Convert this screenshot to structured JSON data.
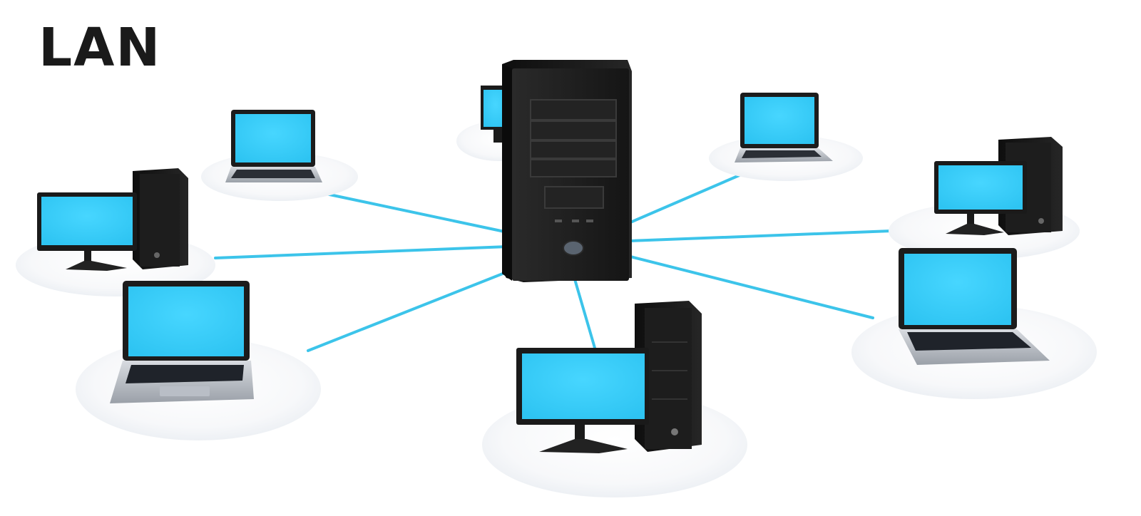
{
  "diagram": {
    "title": "LAN",
    "topology": "star",
    "colors": {
      "background": "#ffffff",
      "link": "#3cc4ea",
      "screen": "#35cdf8",
      "device_body": "#1e1e1e",
      "platform": "#f4f6f8"
    },
    "hub": {
      "kind": "server",
      "icon": "server-tower-icon"
    },
    "nodes": [
      {
        "id": "node-hidden-top",
        "kind": "desktop",
        "icon": "desktop-computer-icon"
      },
      {
        "id": "node-top-left-laptop",
        "kind": "laptop",
        "icon": "laptop-icon"
      },
      {
        "id": "node-left-desktop",
        "kind": "desktop",
        "icon": "desktop-computer-icon"
      },
      {
        "id": "node-bottom-left-laptop",
        "kind": "laptop",
        "icon": "laptop-icon"
      },
      {
        "id": "node-bottom-desktop",
        "kind": "desktop",
        "icon": "desktop-computer-icon"
      },
      {
        "id": "node-top-right-laptop",
        "kind": "laptop",
        "icon": "laptop-icon"
      },
      {
        "id": "node-right-desktop",
        "kind": "desktop",
        "icon": "desktop-computer-icon"
      },
      {
        "id": "node-bottom-right-laptop",
        "kind": "laptop",
        "icon": "laptop-icon"
      }
    ],
    "links": [
      {
        "from": "hub",
        "to": "node-top-left-laptop"
      },
      {
        "from": "hub",
        "to": "node-left-desktop"
      },
      {
        "from": "hub",
        "to": "node-bottom-left-laptop"
      },
      {
        "from": "hub",
        "to": "node-bottom-desktop"
      },
      {
        "from": "hub",
        "to": "node-top-right-laptop"
      },
      {
        "from": "hub",
        "to": "node-right-desktop"
      },
      {
        "from": "hub",
        "to": "node-bottom-right-laptop"
      }
    ]
  }
}
